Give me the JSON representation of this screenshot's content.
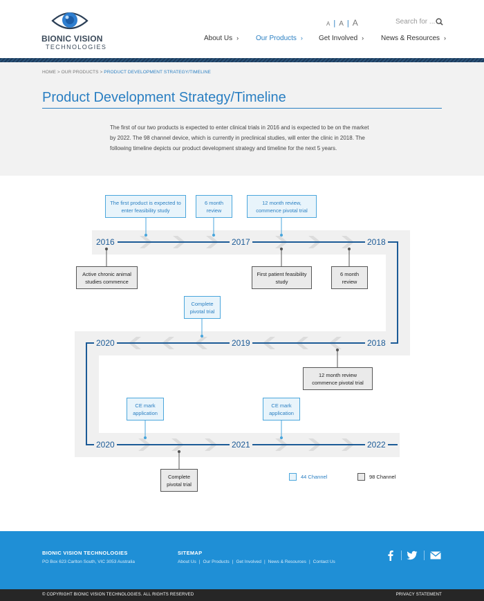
{
  "header": {
    "logo_line1": "BIONIC VISION",
    "logo_line2": "TECHNOLOGIES",
    "font_size_small": "A",
    "font_size_medium": "A",
    "font_size_large": "A",
    "search_placeholder": "Search for ...",
    "nav": [
      {
        "label": "About Us",
        "active": false
      },
      {
        "label": "Our Products",
        "active": true
      },
      {
        "label": "Get Involved",
        "active": false
      },
      {
        "label": "News & Resources",
        "active": false
      }
    ]
  },
  "breadcrumb": {
    "home": "HOME",
    "section": "OUR PRODUCTS",
    "current": "PRODUCT DEVELOPMENT STRATEGY/TIMELINE",
    "separator": ">"
  },
  "page": {
    "title": "Product Development Strategy/Timeline",
    "intro": "The first of our two products is expected to enter clinical trials in 2016 and is expected to be on the market by 2022. The 98 channel device, which is currently in preclinical studies, will enter the clinic in 2018. The following timeline depicts our product development strategy and timeline for the next 5 years."
  },
  "timeline": {
    "row1": {
      "start": "2016",
      "mid": "2017",
      "end": "2018"
    },
    "row2": {
      "start": "2020",
      "mid": "2019",
      "end": "2018"
    },
    "row3": {
      "start": "2020",
      "mid": "2021",
      "end": "2022"
    },
    "boxes_44": [
      "The first product is expected to enter feasibility study",
      "6 month review",
      "12 month review, commence pivotal trial",
      "Complete pivotal trial",
      "CE mark application",
      "CE mark application"
    ],
    "boxes_98": [
      "Active chronic animal studies commence",
      "First patient feasibility study",
      "6 month review",
      "12 month review commence pivotal trial",
      "Complete pivotal trial"
    ],
    "legend": {
      "channel_44": "44 Channel",
      "channel_98": "98 Channel"
    },
    "colors": {
      "line": "#1b5a96",
      "box_44_border": "#4aa6dc",
      "box_98_border": "#555555"
    }
  },
  "footer": {
    "company": "BIONIC VISION TECHNOLOGIES",
    "address": "PO Box 623 Carlton South, VIC 3053 Australia",
    "sitemap_title": "SITEMAP",
    "links": [
      "About Us",
      "Our Products",
      "Get Involved",
      "News & Resources",
      "Contact Us"
    ],
    "social_icons": [
      "facebook-icon",
      "twitter-icon",
      "email-icon"
    ],
    "copyright": "© COPYRIGHT BIONIC VISION TECHNOLOGIES. ALL RIGHTS RESERVED",
    "privacy": "PRIVACY STATEMENT"
  },
  "colors": {
    "brand_blue": "#2a7fc2",
    "footer_blue": "#1f8fd6",
    "dark_navy": "#1c3b5c"
  }
}
